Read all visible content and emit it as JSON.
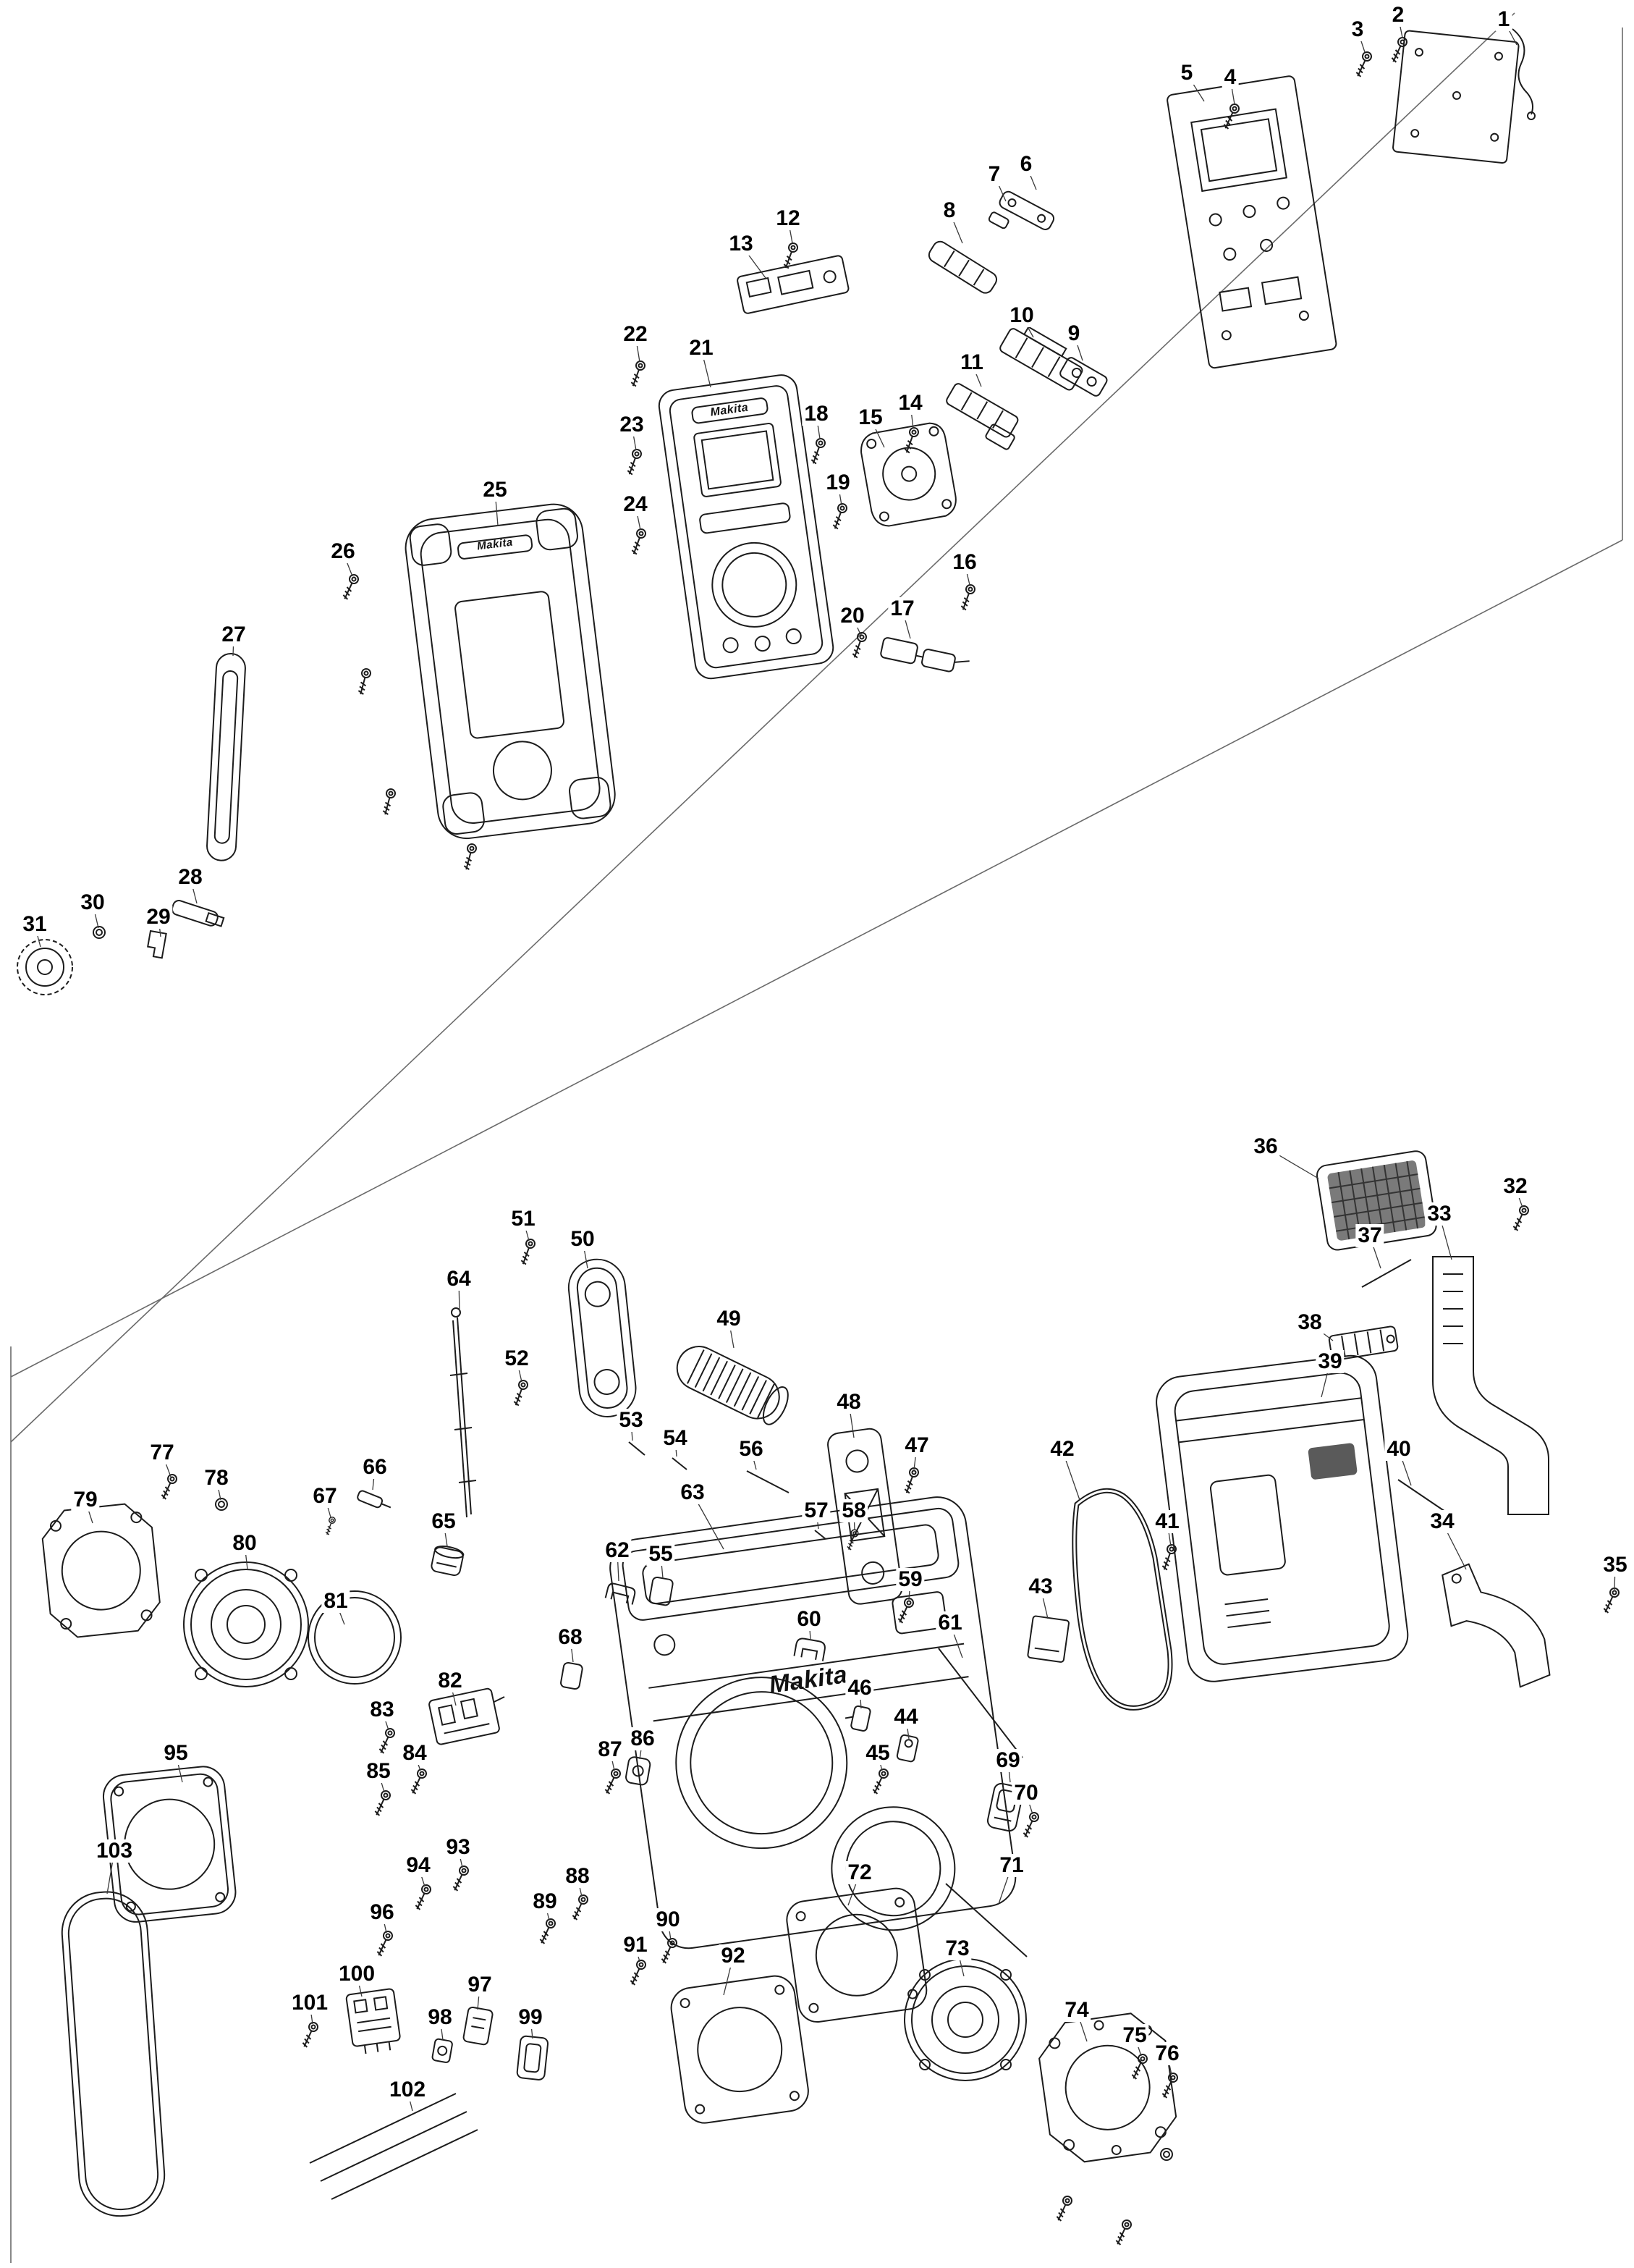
{
  "brand": "Makita",
  "figure": {
    "type": "exploded-parts-diagram",
    "description": "Exploded parts view of a Makita jobsite radio, numbered parts 1-103"
  },
  "parts": [
    {
      "n": "1",
      "l": [
        2078,
        28
      ],
      "t": [
        2096,
        62
      ]
    },
    {
      "n": "2",
      "l": [
        1932,
        22
      ],
      "t": [
        1938,
        52
      ]
    },
    {
      "n": "3",
      "l": [
        1876,
        42
      ],
      "t": [
        1886,
        72
      ]
    },
    {
      "n": "4",
      "l": [
        1700,
        108
      ],
      "t": [
        1706,
        144
      ]
    },
    {
      "n": "5",
      "l": [
        1640,
        102
      ],
      "t": [
        1664,
        140
      ]
    },
    {
      "n": "6",
      "l": [
        1418,
        228
      ],
      "t": [
        1432,
        262
      ]
    },
    {
      "n": "7",
      "l": [
        1374,
        242
      ],
      "t": [
        1390,
        278
      ]
    },
    {
      "n": "8",
      "l": [
        1312,
        292
      ],
      "t": [
        1330,
        336
      ]
    },
    {
      "n": "9",
      "l": [
        1484,
        462
      ],
      "t": [
        1496,
        498
      ]
    },
    {
      "n": "10",
      "l": [
        1412,
        437
      ],
      "t": [
        1428,
        466
      ]
    },
    {
      "n": "11",
      "l": [
        1343,
        502
      ],
      "t": [
        1356,
        534
      ]
    },
    {
      "n": "12",
      "l": [
        1089,
        303
      ],
      "t": [
        1095,
        336
      ]
    },
    {
      "n": "13",
      "l": [
        1024,
        338
      ],
      "t": [
        1058,
        384
      ]
    },
    {
      "n": "14",
      "l": [
        1258,
        558
      ],
      "t": [
        1262,
        592
      ]
    },
    {
      "n": "15",
      "l": [
        1203,
        578
      ],
      "t": [
        1222,
        618
      ]
    },
    {
      "n": "16",
      "l": [
        1333,
        778
      ],
      "t": [
        1340,
        808
      ]
    },
    {
      "n": "17",
      "l": [
        1247,
        842
      ],
      "t": [
        1258,
        882
      ]
    },
    {
      "n": "18",
      "l": [
        1128,
        573
      ],
      "t": [
        1133,
        606
      ]
    },
    {
      "n": "19",
      "l": [
        1158,
        668
      ],
      "t": [
        1163,
        698
      ]
    },
    {
      "n": "20",
      "l": [
        1178,
        852
      ],
      "t": [
        1189,
        876
      ]
    },
    {
      "n": "21",
      "l": [
        969,
        482
      ],
      "t": [
        982,
        535
      ]
    },
    {
      "n": "22",
      "l": [
        878,
        463
      ],
      "t": [
        884,
        500
      ]
    },
    {
      "n": "23",
      "l": [
        873,
        588
      ],
      "t": [
        879,
        622
      ]
    },
    {
      "n": "24",
      "l": [
        878,
        698
      ],
      "t": [
        885,
        732
      ]
    },
    {
      "n": "25",
      "l": [
        684,
        678
      ],
      "t": [
        688,
        726
      ]
    },
    {
      "n": "26",
      "l": [
        474,
        763
      ],
      "t": [
        487,
        796
      ]
    },
    {
      "n": "27",
      "l": [
        323,
        878
      ],
      "t": [
        322,
        906
      ]
    },
    {
      "n": "28",
      "l": [
        263,
        1213
      ],
      "t": [
        272,
        1248
      ]
    },
    {
      "n": "29",
      "l": [
        219,
        1268
      ],
      "t": [
        222,
        1294
      ]
    },
    {
      "n": "30",
      "l": [
        128,
        1248
      ],
      "t": [
        136,
        1282
      ]
    },
    {
      "n": "31",
      "l": [
        48,
        1278
      ],
      "t": [
        56,
        1308
      ]
    },
    {
      "n": "32",
      "l": [
        2094,
        1640
      ],
      "t": [
        2104,
        1668
      ]
    },
    {
      "n": "33",
      "l": [
        1989,
        1678
      ],
      "t": [
        2006,
        1740
      ]
    },
    {
      "n": "34",
      "l": [
        1993,
        2103
      ],
      "t": [
        2026,
        2168
      ]
    },
    {
      "n": "35",
      "l": [
        2232,
        2163
      ],
      "t": [
        2231,
        2196
      ]
    },
    {
      "n": "36",
      "l": [
        1749,
        1585
      ],
      "t": [
        1822,
        1628
      ]
    },
    {
      "n": "37",
      "l": [
        1893,
        1708
      ],
      "t": [
        1908,
        1752
      ]
    },
    {
      "n": "38",
      "l": [
        1810,
        1828
      ],
      "t": [
        1842,
        1852
      ]
    },
    {
      "n": "39",
      "l": [
        1838,
        1882
      ],
      "t": [
        1826,
        1930
      ]
    },
    {
      "n": "40",
      "l": [
        1933,
        2003
      ],
      "t": [
        1950,
        2052
      ]
    },
    {
      "n": "41",
      "l": [
        1613,
        2103
      ],
      "t": [
        1618,
        2136
      ]
    },
    {
      "n": "42",
      "l": [
        1468,
        2003
      ],
      "t": [
        1492,
        2072
      ]
    },
    {
      "n": "43",
      "l": [
        1438,
        2193
      ],
      "t": [
        1448,
        2236
      ]
    },
    {
      "n": "44",
      "l": [
        1252,
        2373
      ],
      "t": [
        1256,
        2402
      ]
    },
    {
      "n": "45",
      "l": [
        1213,
        2423
      ],
      "t": [
        1219,
        2446
      ]
    },
    {
      "n": "46",
      "l": [
        1188,
        2333
      ],
      "t": [
        1190,
        2360
      ]
    },
    {
      "n": "47",
      "l": [
        1267,
        1998
      ],
      "t": [
        1263,
        2030
      ]
    },
    {
      "n": "48",
      "l": [
        1173,
        1938
      ],
      "t": [
        1180,
        1986
      ]
    },
    {
      "n": "49",
      "l": [
        1007,
        1823
      ],
      "t": [
        1014,
        1862
      ]
    },
    {
      "n": "50",
      "l": [
        805,
        1713
      ],
      "t": [
        812,
        1752
      ]
    },
    {
      "n": "51",
      "l": [
        723,
        1685
      ],
      "t": [
        731,
        1714
      ]
    },
    {
      "n": "52",
      "l": [
        714,
        1878
      ],
      "t": [
        721,
        1909
      ]
    },
    {
      "n": "53",
      "l": [
        872,
        1963
      ],
      "t": [
        874,
        1990
      ]
    },
    {
      "n": "54",
      "l": [
        933,
        1988
      ],
      "t": [
        935,
        2012
      ]
    },
    {
      "n": "55",
      "l": [
        913,
        2148
      ],
      "t": [
        916,
        2180
      ]
    },
    {
      "n": "56",
      "l": [
        1038,
        2003
      ],
      "t": [
        1045,
        2030
      ]
    },
    {
      "n": "57",
      "l": [
        1128,
        2088
      ],
      "t": [
        1131,
        2112
      ]
    },
    {
      "n": "58",
      "l": [
        1180,
        2088
      ],
      "t": [
        1181,
        2114
      ]
    },
    {
      "n": "59",
      "l": [
        1258,
        2183
      ],
      "t": [
        1256,
        2210
      ]
    },
    {
      "n": "60",
      "l": [
        1118,
        2238
      ],
      "t": [
        1120,
        2264
      ]
    },
    {
      "n": "61",
      "l": [
        1313,
        2243
      ],
      "t": [
        1330,
        2290
      ]
    },
    {
      "n": "62",
      "l": [
        853,
        2143
      ],
      "t": [
        855,
        2184
      ]
    },
    {
      "n": "63",
      "l": [
        957,
        2063
      ],
      "t": [
        1000,
        2140
      ]
    },
    {
      "n": "64",
      "l": [
        634,
        1768
      ],
      "t": [
        635,
        1812
      ]
    },
    {
      "n": "65",
      "l": [
        613,
        2103
      ],
      "t": [
        618,
        2136
      ]
    },
    {
      "n": "66",
      "l": [
        518,
        2028
      ],
      "t": [
        515,
        2058
      ]
    },
    {
      "n": "67",
      "l": [
        449,
        2068
      ],
      "t": [
        457,
        2096
      ]
    },
    {
      "n": "68",
      "l": [
        788,
        2263
      ],
      "t": [
        792,
        2296
      ]
    },
    {
      "n": "69",
      "l": [
        1393,
        2433
      ],
      "t": [
        1396,
        2462
      ]
    },
    {
      "n": "70",
      "l": [
        1418,
        2478
      ],
      "t": [
        1427,
        2506
      ]
    },
    {
      "n": "71",
      "l": [
        1398,
        2578
      ],
      "t": [
        1380,
        2630
      ]
    },
    {
      "n": "72",
      "l": [
        1188,
        2588
      ],
      "t": [
        1172,
        2632
      ]
    },
    {
      "n": "73",
      "l": [
        1323,
        2693
      ],
      "t": [
        1332,
        2730
      ]
    },
    {
      "n": "74",
      "l": [
        1488,
        2778
      ],
      "t": [
        1502,
        2820
      ]
    },
    {
      "n": "75",
      "l": [
        1568,
        2813
      ],
      "t": [
        1577,
        2840
      ]
    },
    {
      "n": "76",
      "l": [
        1613,
        2838
      ],
      "t": [
        1619,
        2866
      ]
    },
    {
      "n": "77",
      "l": [
        224,
        2008
      ],
      "t": [
        236,
        2040
      ]
    },
    {
      "n": "78",
      "l": [
        299,
        2043
      ],
      "t": [
        305,
        2072
      ]
    },
    {
      "n": "79",
      "l": [
        118,
        2073
      ],
      "t": [
        128,
        2104
      ]
    },
    {
      "n": "80",
      "l": [
        338,
        2133
      ],
      "t": [
        342,
        2168
      ]
    },
    {
      "n": "81",
      "l": [
        464,
        2213
      ],
      "t": [
        476,
        2244
      ]
    },
    {
      "n": "82",
      "l": [
        622,
        2323
      ],
      "t": [
        630,
        2356
      ]
    },
    {
      "n": "83",
      "l": [
        528,
        2363
      ],
      "t": [
        537,
        2390
      ]
    },
    {
      "n": "84",
      "l": [
        573,
        2423
      ],
      "t": [
        581,
        2446
      ]
    },
    {
      "n": "85",
      "l": [
        523,
        2448
      ],
      "t": [
        531,
        2476
      ]
    },
    {
      "n": "86",
      "l": [
        888,
        2403
      ],
      "t": [
        884,
        2430
      ]
    },
    {
      "n": "87",
      "l": [
        843,
        2418
      ],
      "t": [
        849,
        2446
      ]
    },
    {
      "n": "88",
      "l": [
        798,
        2593
      ],
      "t": [
        804,
        2620
      ]
    },
    {
      "n": "89",
      "l": [
        753,
        2628
      ],
      "t": [
        759,
        2653
      ]
    },
    {
      "n": "90",
      "l": [
        923,
        2653
      ],
      "t": [
        927,
        2680
      ]
    },
    {
      "n": "91",
      "l": [
        878,
        2688
      ],
      "t": [
        884,
        2710
      ]
    },
    {
      "n": "92",
      "l": [
        1013,
        2703
      ],
      "t": [
        1000,
        2756
      ]
    },
    {
      "n": "93",
      "l": [
        633,
        2553
      ],
      "t": [
        639,
        2580
      ]
    },
    {
      "n": "94",
      "l": [
        578,
        2578
      ],
      "t": [
        587,
        2606
      ]
    },
    {
      "n": "95",
      "l": [
        243,
        2423
      ],
      "t": [
        252,
        2462
      ]
    },
    {
      "n": "96",
      "l": [
        528,
        2643
      ],
      "t": [
        534,
        2670
      ]
    },
    {
      "n": "97",
      "l": [
        663,
        2743
      ],
      "t": [
        660,
        2776
      ]
    },
    {
      "n": "98",
      "l": [
        608,
        2788
      ],
      "t": [
        612,
        2818
      ]
    },
    {
      "n": "99",
      "l": [
        733,
        2788
      ],
      "t": [
        736,
        2816
      ]
    },
    {
      "n": "100",
      "l": [
        493,
        2728
      ],
      "t": [
        500,
        2758
      ]
    },
    {
      "n": "101",
      "l": [
        428,
        2768
      ],
      "t": [
        432,
        2796
      ]
    },
    {
      "n": "102",
      "l": [
        563,
        2888
      ],
      "t": [
        570,
        2916
      ]
    },
    {
      "n": "103",
      "l": [
        158,
        2558
      ],
      "t": [
        148,
        2616
      ]
    }
  ]
}
